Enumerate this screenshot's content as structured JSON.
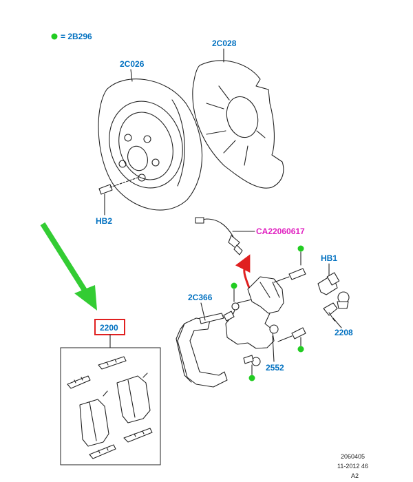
{
  "colors": {
    "label_blue": "#0070c0",
    "callout_magenta": "#e020c0",
    "marker_green": "#22cc22",
    "pointer_green": "#33cc33",
    "highlight_red": "#e02020",
    "line": "#222222"
  },
  "legend": {
    "symbol": "green-dot",
    "text": "= 2B296"
  },
  "labels": {
    "disc": "2C026",
    "shield": "2C028",
    "disc_screw": "HB2",
    "hose": "CA22060617",
    "bolt_hb1": "HB1",
    "carrier": "2C366",
    "pad_kit": "2200",
    "caliper": "2552",
    "bleed": "2208"
  },
  "footer": {
    "line1": "2060405",
    "line2": "11-2012 46",
    "line3": "A2"
  }
}
